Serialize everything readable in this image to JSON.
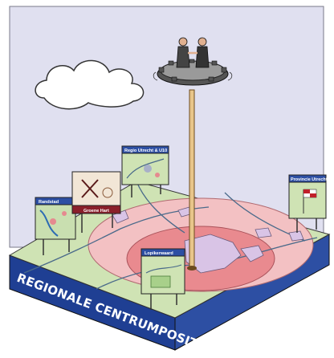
{
  "title_banner": "REGIONALE CENTRUMPOSITIE",
  "signs": {
    "randstad": "Randstad",
    "groene_hart": "Groene Hart",
    "regio_utrecht": "Regio Utrecht & U10",
    "provincie": "Provincie Utrecht",
    "lopik": "Lopikerwaard"
  },
  "colors": {
    "sky": "#dcdcef",
    "ground": "#cfe3b4",
    "outer_ring": "#f3c1c3",
    "inner_ring": "#e98a8f",
    "base_side": "#2d4fa3",
    "base_front": "#1f3f93"
  },
  "icons": [
    "cloud",
    "gear-platform",
    "two-figures-handshake",
    "pole",
    "windmill",
    "flag"
  ]
}
